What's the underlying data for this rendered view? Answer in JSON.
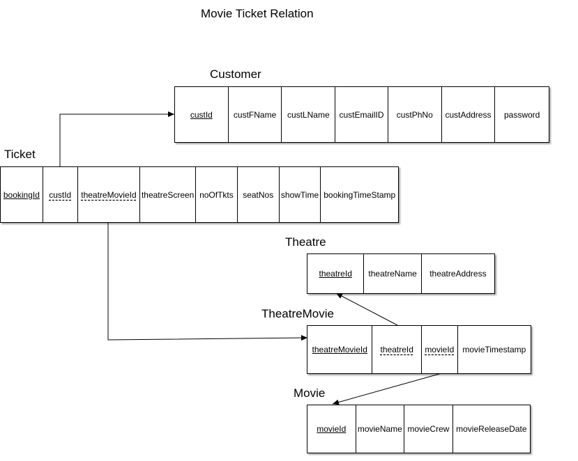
{
  "title": "Movie Ticket Relation",
  "customer": {
    "label": "Customer",
    "columns": [
      "custId",
      "custFName",
      "custLName",
      "custEmailID",
      "custPhNo",
      "custAddress",
      "password"
    ]
  },
  "ticket": {
    "label": "Ticket",
    "columns": [
      "bookingId",
      "custId",
      "theatreMovieId",
      "theatreScreen",
      "noOfTkts",
      "seatNos",
      "showTime",
      "bookingTimeStamp"
    ]
  },
  "theatre": {
    "label": "Theatre",
    "columns": [
      "theatreId",
      "theatreName",
      "theatreAddress"
    ]
  },
  "theatre_movie": {
    "label": "TheatreMovie",
    "columns": [
      "theatreMovieId",
      "theatreId",
      "movieId",
      "movieTimestamp"
    ]
  },
  "movie": {
    "label": "Movie",
    "columns": [
      "movieId",
      "movieName",
      "movieCrew",
      "movieReleaseDate"
    ]
  }
}
